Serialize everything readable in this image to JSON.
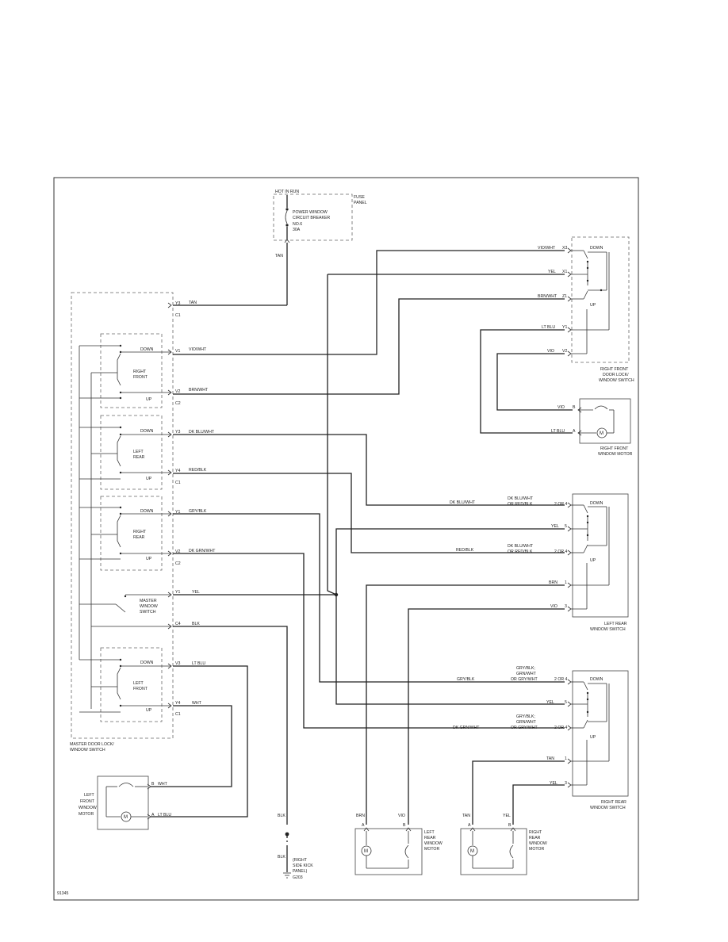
{
  "fuse_panel": {
    "hot_label": "HOT IN RUN",
    "panel_label": [
      "FUSE",
      "PANEL"
    ],
    "breaker_lines": [
      "POWER WINDOW",
      "CIRCUIT BREAKER",
      "NO.6",
      "30A"
    ],
    "feed_wire": "TAN"
  },
  "master": {
    "title_lines": [
      "MASTER DOOR LOCK/",
      "WINDOW SWITCH"
    ],
    "pins": [
      "Y3",
      "C1",
      "V1",
      "V2",
      "C2",
      "Y3",
      "Y4",
      "C1",
      "Y1",
      "V2",
      "C2",
      "Y1",
      "C4",
      "V3",
      "Y4",
      "C1"
    ],
    "wires": [
      "TAN",
      "VIO/WHT",
      "BRN/WHT",
      "DK BLU/WHT",
      "RED/BLK",
      "GRY/BLK",
      "DK GRN/WHT",
      "YEL",
      "BLK",
      "LT BLU",
      "WHT"
    ],
    "sections": [
      {
        "name": [
          "RIGHT",
          "FRONT"
        ],
        "down": "DOWN",
        "up": "UP"
      },
      {
        "name": [
          "LEFT",
          "REAR"
        ],
        "down": "DOWN",
        "up": "UP"
      },
      {
        "name": [
          "RIGHT",
          "REAR"
        ],
        "down": "DOWN",
        "up": "UP"
      },
      {
        "name": [
          "LEFT",
          "FRONT"
        ],
        "down": "DOWN",
        "up": "UP"
      }
    ],
    "master_switch": [
      "MASTER",
      "WINDOW",
      "SWITCH"
    ]
  },
  "rf_switch": {
    "title_lines": [
      "RIGHT FRONT",
      "DOOR LOCK/",
      "WINDOW SWITCH"
    ],
    "wires": [
      "VIO/WHT",
      "YEL",
      "BRN/WHT",
      "LT BLU",
      "VIO"
    ],
    "pins": [
      "X3",
      "X1",
      "Z1",
      "Y1",
      "V2"
    ],
    "down": "DOWN",
    "up": "UP"
  },
  "rf_motor": {
    "title_lines": [
      "RIGHT FRONT",
      "WINDOW MOTOR"
    ],
    "wires": [
      "VIO",
      "LT BLU"
    ],
    "pins": [
      "B",
      "A"
    ]
  },
  "lr_switch": {
    "title_lines": [
      "LEFT REAR",
      "WINDOW SWITCH"
    ],
    "rows": [
      {
        "wire": "DK BLU/WHT",
        "alt": [
          "DK BLU/WHT",
          "OR RED/BLK"
        ],
        "pin": "2 OR 4"
      },
      {
        "wire": "YEL",
        "alt": [],
        "pin": "5"
      },
      {
        "wire": "RED/BLK",
        "alt": [
          "DK BLU/WHT",
          "OR RED/BLK"
        ],
        "pin": "2 OR 4"
      },
      {
        "wire": "BRN",
        "alt": [],
        "pin": "1"
      },
      {
        "wire": "VIO",
        "alt": [],
        "pin": "3"
      }
    ],
    "down": "DOWN",
    "up": "UP"
  },
  "rr_switch": {
    "title_lines": [
      "RIGHT REAR",
      "WINDOW SWITCH"
    ],
    "rows": [
      {
        "wire": "GRY/BLK",
        "alt": [
          "GRY/BLK;",
          "GRN/WHT",
          "OR GRY/WHT"
        ],
        "pin": "2 OR 4"
      },
      {
        "wire": "YEL",
        "alt": [],
        "pin": "5"
      },
      {
        "wire": "DK GRN/WHT",
        "alt": [
          "GRY/BLK;",
          "GRN/WHT",
          "OR GRY/WHT"
        ],
        "pin": "2 OR 4"
      },
      {
        "wire": "TAN",
        "alt": [],
        "pin": "1"
      },
      {
        "wire": "YEL",
        "alt": [],
        "pin": "3"
      }
    ],
    "down": "DOWN",
    "up": "UP"
  },
  "lf_motor": {
    "title_lines": [
      "LEFT",
      "FRONT",
      "WINDOW",
      "MOTOR"
    ],
    "wires": [
      "WHT",
      "LT BLU"
    ],
    "pins": [
      "B",
      "A"
    ]
  },
  "lr_motor": {
    "title_lines": [
      "LEFT",
      "REAR",
      "WINDOW",
      "MOTOR"
    ],
    "wires": [
      "BRN",
      "VIO"
    ],
    "pins": [
      "A",
      "B"
    ]
  },
  "rr_motor": {
    "title_lines": [
      "RIGHT",
      "REAR",
      "WINDOW",
      "MOTOR"
    ],
    "wires": [
      "TAN",
      "YEL"
    ],
    "pins": [
      "A",
      "B"
    ]
  },
  "ground": {
    "wire": "BLK",
    "wire2": "BLK",
    "location_lines": [
      "(RIGHT",
      "SIDE KICK",
      "PANEL)"
    ],
    "ground_id": "G203"
  },
  "diagram_id": "91345"
}
